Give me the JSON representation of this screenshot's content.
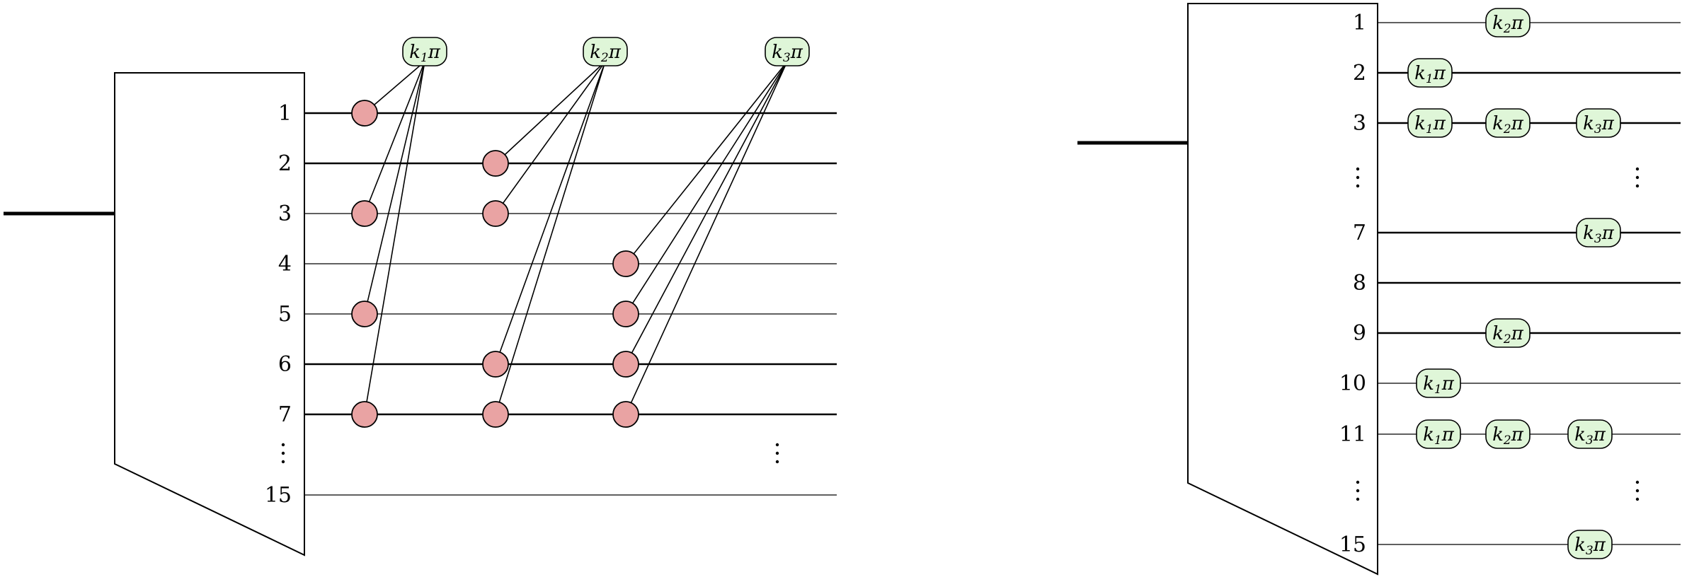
{
  "colors": {
    "qubit_node_fill": "#e9a3a3",
    "phase_box_fill": "#dff6d8",
    "stroke": "#000000"
  },
  "phase_labels": {
    "k1": {
      "base": "k",
      "sub": "1",
      "tail": "π"
    },
    "k2": {
      "base": "k",
      "sub": "2",
      "tail": "π"
    },
    "k3": {
      "base": "k",
      "sub": "3",
      "tail": "π"
    }
  },
  "vdots": "⋮",
  "left_diagram": {
    "wire_labels": [
      "1",
      "2",
      "3",
      "4",
      "5",
      "6",
      "7",
      "15"
    ],
    "phase_groups": [
      {
        "phase": "k1",
        "targets": [
          "1",
          "3",
          "5",
          "7"
        ]
      },
      {
        "phase": "k2",
        "targets": [
          "2",
          "3",
          "6",
          "7"
        ]
      },
      {
        "phase": "k3",
        "targets": [
          "4",
          "5",
          "6",
          "7"
        ]
      }
    ]
  },
  "right_diagram": {
    "wire_labels": [
      "1",
      "2",
      "3",
      "7",
      "8",
      "9",
      "10",
      "11",
      "15"
    ],
    "wires": [
      {
        "label": "1",
        "phases": [
          "k2"
        ]
      },
      {
        "label": "2",
        "phases": [
          "k1"
        ]
      },
      {
        "label": "3",
        "phases": [
          "k1",
          "k2",
          "k3"
        ]
      },
      {
        "label": "7",
        "phases": [
          "k3"
        ]
      },
      {
        "label": "8",
        "phases": []
      },
      {
        "label": "9",
        "phases": [
          "k2"
        ]
      },
      {
        "label": "10",
        "phases": [
          "k1"
        ]
      },
      {
        "label": "11",
        "phases": [
          "k1",
          "k2",
          "k3"
        ]
      },
      {
        "label": "15",
        "phases": [
          "k3"
        ]
      }
    ]
  }
}
